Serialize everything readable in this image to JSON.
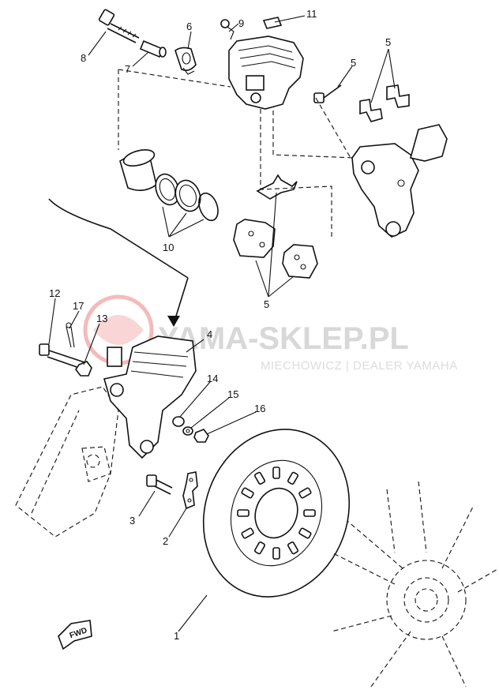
{
  "watermark": {
    "main_text": "YAMA-SKLEP.PL",
    "sub_text": "MIECHOWICZ | DEALER YAMAHA",
    "logo_color": "#e23b3b"
  },
  "fwd_label": "FWD",
  "callouts": [
    {
      "id": "c8",
      "label": "8"
    },
    {
      "id": "c7",
      "label": "7"
    },
    {
      "id": "c6",
      "label": "6"
    },
    {
      "id": "c9",
      "label": "9"
    },
    {
      "id": "c11",
      "label": "11"
    },
    {
      "id": "c5a",
      "label": "5"
    },
    {
      "id": "c5b",
      "label": "5"
    },
    {
      "id": "c10",
      "label": "10"
    },
    {
      "id": "c5c",
      "label": "5"
    },
    {
      "id": "c12",
      "label": "12"
    },
    {
      "id": "c17",
      "label": "17"
    },
    {
      "id": "c13",
      "label": "13"
    },
    {
      "id": "c4",
      "label": "4"
    },
    {
      "id": "c14",
      "label": "14"
    },
    {
      "id": "c15",
      "label": "15"
    },
    {
      "id": "c16",
      "label": "16"
    },
    {
      "id": "c3",
      "label": "3"
    },
    {
      "id": "c2",
      "label": "2"
    },
    {
      "id": "c1",
      "label": "1"
    }
  ]
}
